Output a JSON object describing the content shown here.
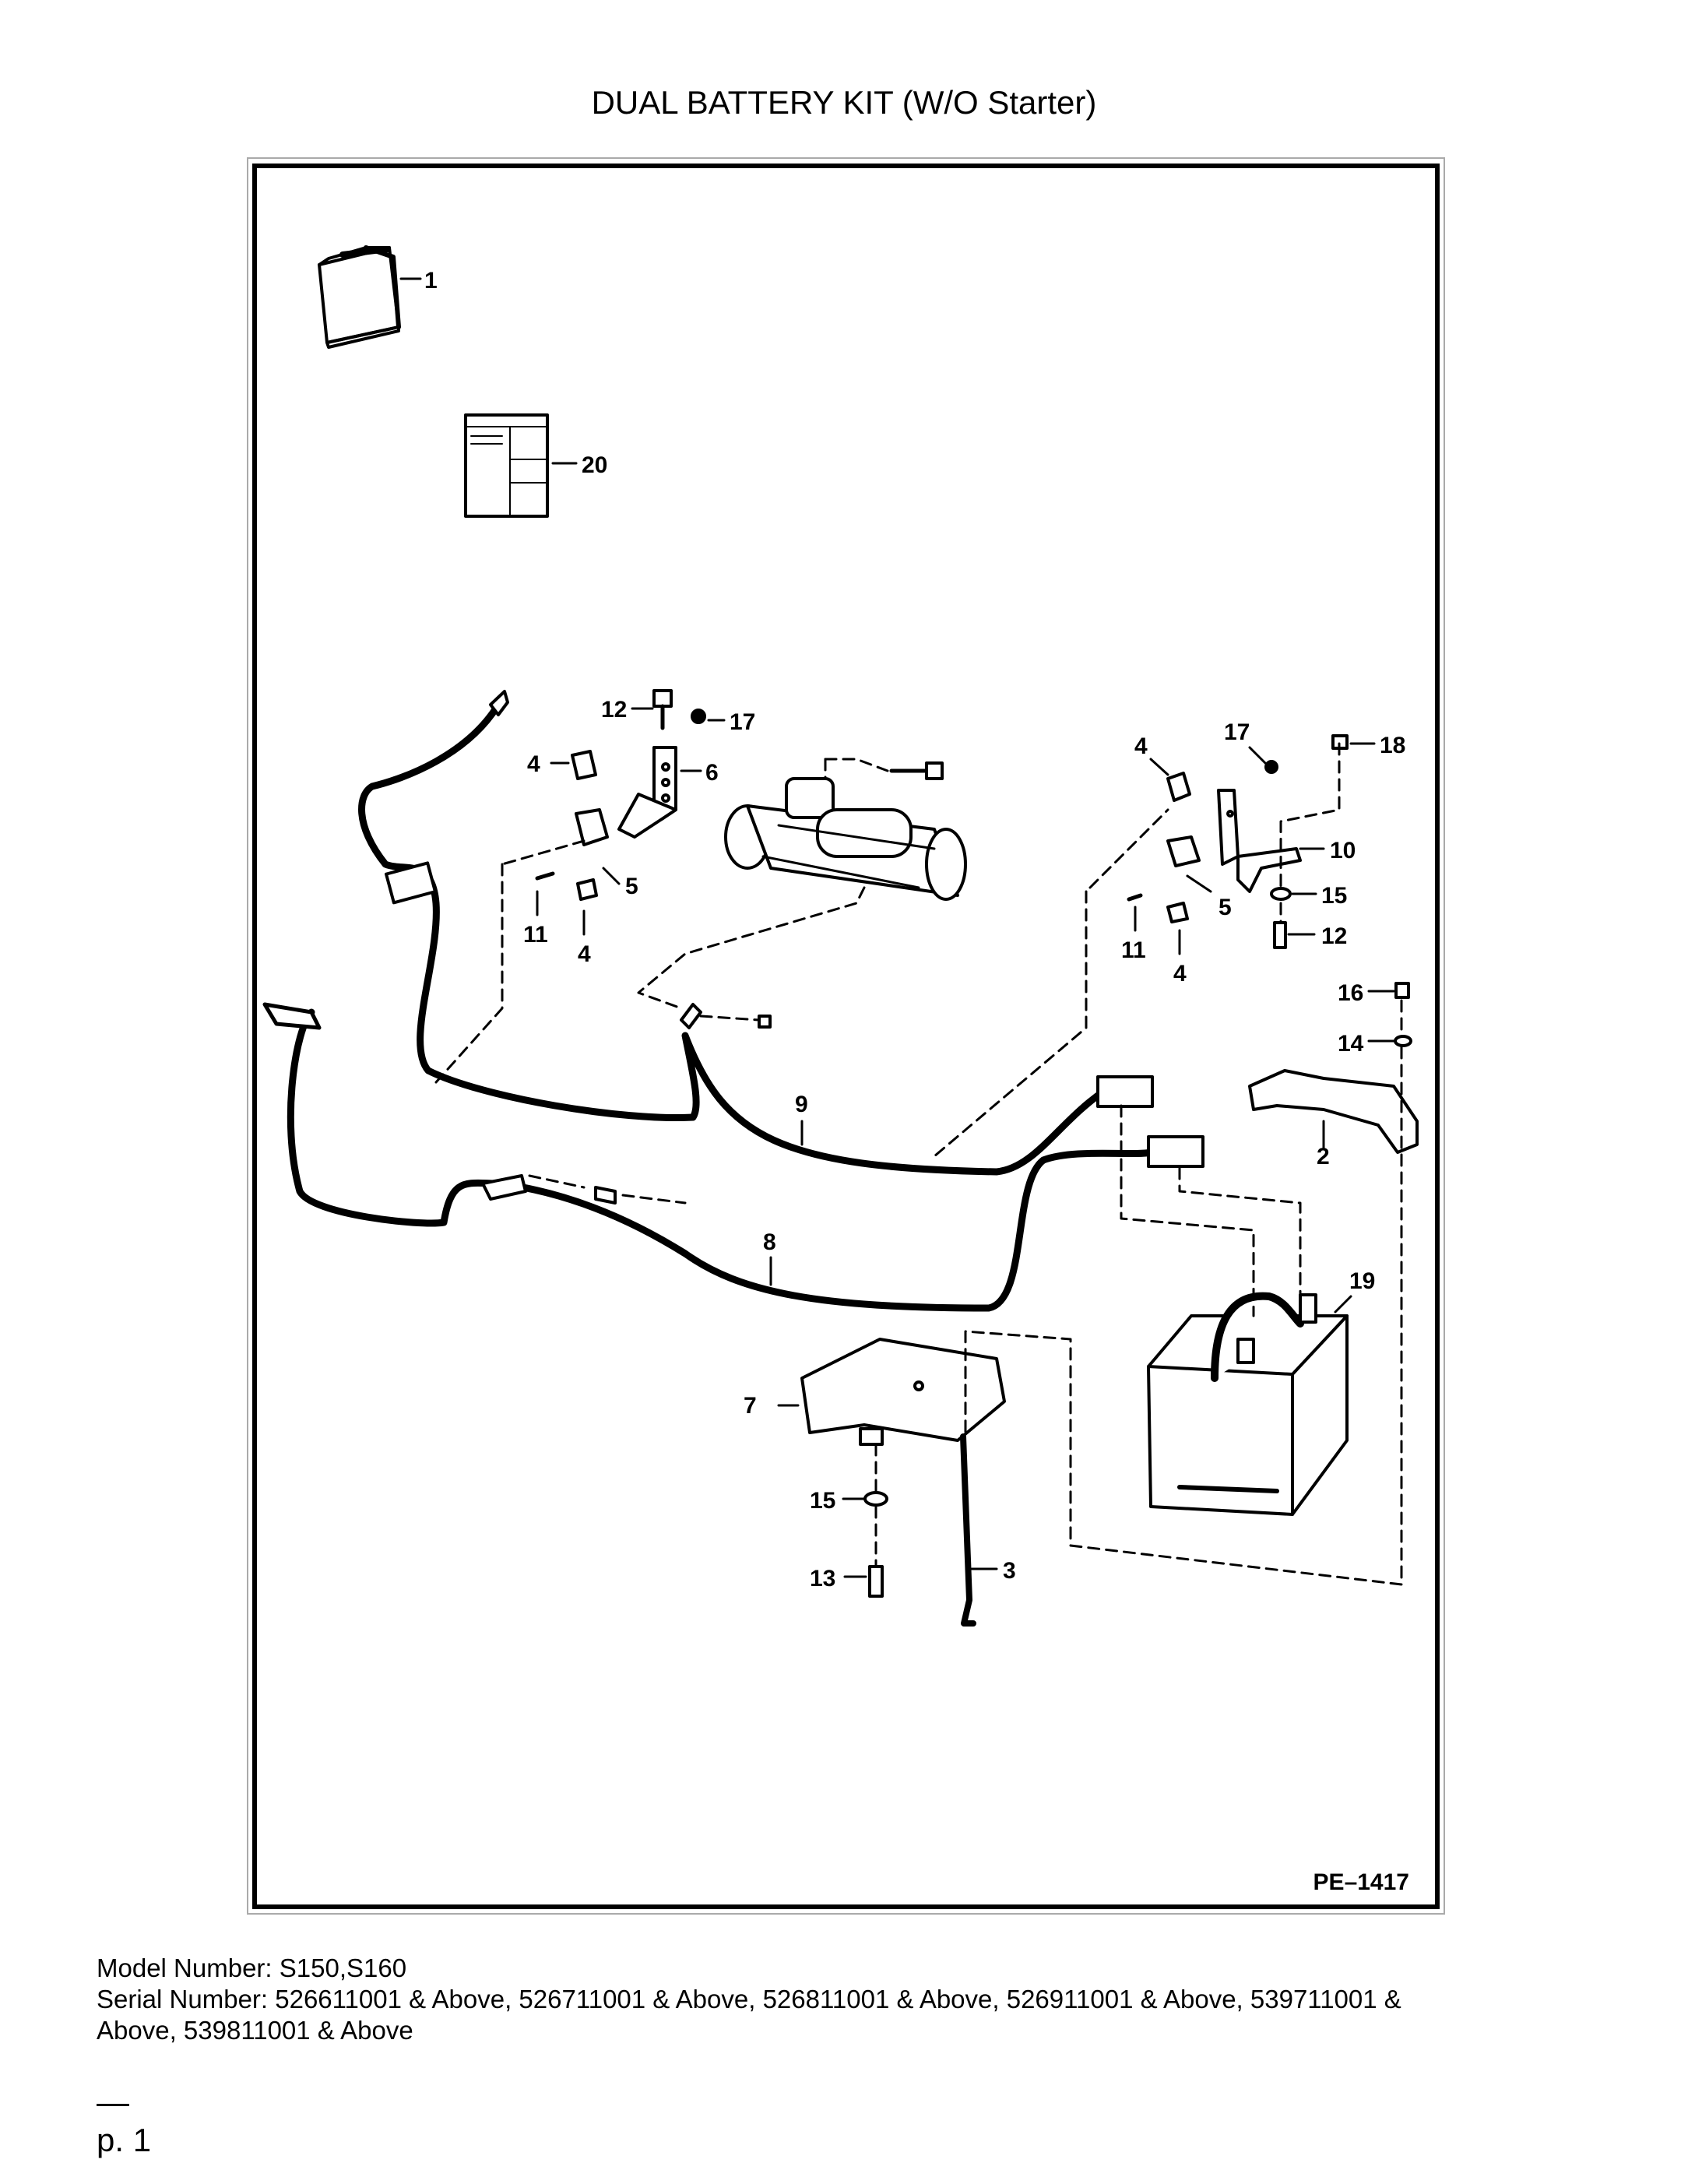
{
  "title": "DUAL BATTERY KIT (W/O Starter)",
  "figure_ref": "PE–1417",
  "callouts": [
    "1",
    "20",
    "12",
    "17",
    "4",
    "6",
    "5",
    "11",
    "4",
    "17",
    "18",
    "4",
    "10",
    "15",
    "5",
    "12",
    "11",
    "4",
    "16",
    "14",
    "9",
    "2",
    "8",
    "19",
    "7",
    "15",
    "13",
    "3"
  ],
  "footer": {
    "model": "Model Number: S150,S160",
    "serial_line1": "Serial Number: 526611001 & Above, 526711001 & Above, 526811001 & Above, 526911001 & Above, 539711001 &",
    "serial_line2": "Above, 539811001 & Above"
  },
  "page": "p. 1"
}
